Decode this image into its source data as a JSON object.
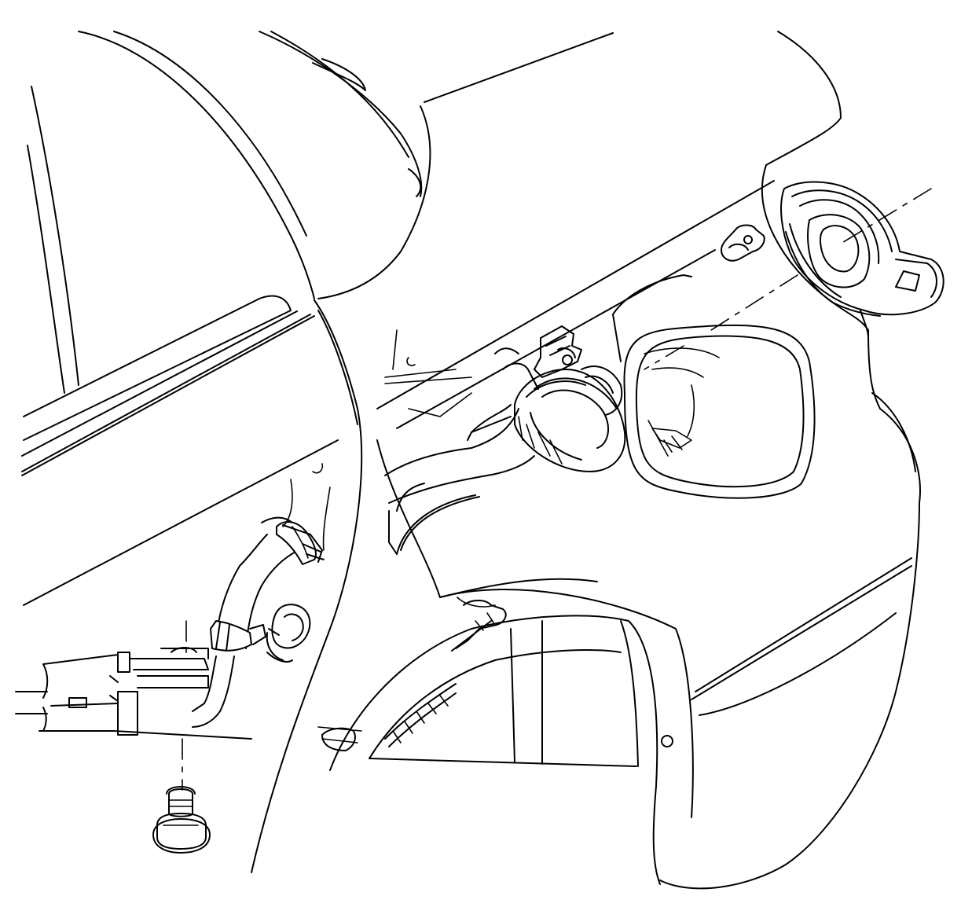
{
  "diagram": {
    "colors": {
      "line": "#000000",
      "background": "#ffffff"
    },
    "parts": [
      {
        "id": "fuel-filler-cap"
      },
      {
        "id": "fuel-filler-neck"
      },
      {
        "id": "fuel-fill-hose"
      },
      {
        "id": "hose-clamp-upper"
      },
      {
        "id": "hose-clamp-lower"
      },
      {
        "id": "fuel-tank-vent-pipe"
      },
      {
        "id": "mounting-bolt"
      },
      {
        "id": "retainer-clip"
      }
    ]
  }
}
